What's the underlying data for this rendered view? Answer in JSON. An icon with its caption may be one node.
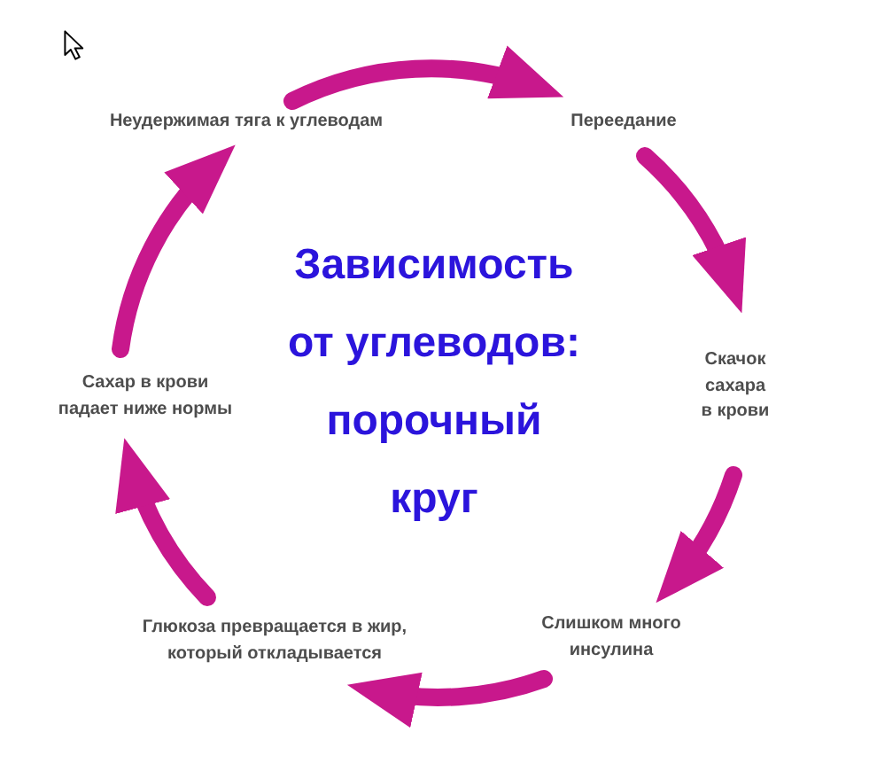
{
  "diagram": {
    "title": "Зависимость от углеводов: порочный круг",
    "nodes": [
      {
        "text": [
          "Неудержимая тяга к углеводам"
        ]
      },
      {
        "text": [
          "Переедание"
        ]
      },
      {
        "text": [
          "Скачок сахара в крови"
        ]
      },
      {
        "text": [
          "Слишком много инсулина"
        ]
      },
      {
        "text": [
          "Глюкоза превращается в жир, который откладывается"
        ]
      },
      {
        "text": [
          "Сахар в крови падает ниже нормы"
        ]
      }
    ],
    "edges": [
      {
        "from": 0,
        "to": 1,
        "arrow": "to"
      },
      {
        "from": 1,
        "to": 2,
        "arrow": "to"
      },
      {
        "from": 2,
        "to": 3,
        "arrow": "to"
      },
      {
        "from": 3,
        "to": 4,
        "arrow": "to"
      },
      {
        "from": 4,
        "to": 5,
        "arrow": "to"
      },
      {
        "from": 5,
        "to": 0,
        "arrow": "to"
      }
    ]
  }
}
